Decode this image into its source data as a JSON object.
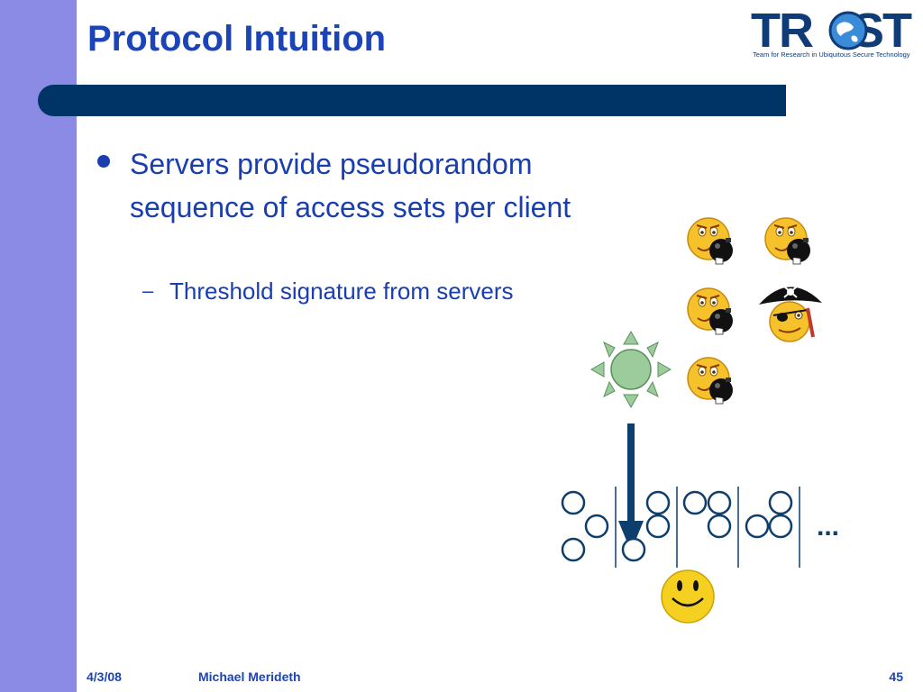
{
  "slide": {
    "title": "Protocol Intuition",
    "bullets": [
      {
        "text": "Servers provide pseudorandom sequence of access sets per client"
      }
    ],
    "sub_bullets": [
      {
        "text": "Threshold signature from servers"
      }
    ]
  },
  "logo": {
    "wordmark": "TRUST",
    "tagline": "Team for Research in Ubiquitous Secure Technology"
  },
  "diagram": {
    "ellipsis": "..."
  },
  "footer": {
    "date": "4/3/08",
    "author": "Michael Merideth",
    "page": "45"
  },
  "colors": {
    "title": "#1a44b8",
    "body_text": "#1a3eb0",
    "sidebar": "#8b8be6",
    "header_bar": "#003366",
    "sun": "#9ccc9c",
    "smiley": "#f5d020"
  }
}
